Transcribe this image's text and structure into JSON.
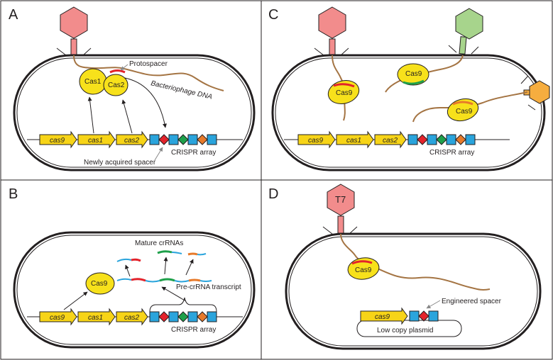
{
  "panels": {
    "a": {
      "letter": "A",
      "protospacer": "Protospacer",
      "cas1": "Cas1",
      "cas2": "Cas2",
      "phage_dna": "Bacteriophage DNA",
      "genes": [
        "cas9",
        "cas1",
        "cas2"
      ],
      "crispr_array": "CRISPR array",
      "new_spacer": "Newly acquired spacer"
    },
    "b": {
      "letter": "B",
      "mature": "Mature crRNAs",
      "cas9": "Cas9",
      "pre_crrna": "Pre-crRNA transcript",
      "genes": [
        "cas9",
        "cas1",
        "cas2"
      ],
      "crispr_array": "CRISPR array"
    },
    "c": {
      "letter": "C",
      "cas9": "Cas9",
      "genes": [
        "cas9",
        "cas1",
        "cas2"
      ],
      "crispr_array": "CRISPR array"
    },
    "d": {
      "letter": "D",
      "phage": "T7",
      "cas9": "Cas9",
      "gene": "cas9",
      "engineered": "Engineered spacer",
      "plasmid": "Low copy plasmid"
    }
  },
  "colors": {
    "cell_outline": "#231f20",
    "protein": "#f7e11b",
    "gene_arrow": "#f7d417",
    "repeat": "#2aa4dc",
    "spacer_red": "#e3232b",
    "spacer_green": "#1ea04a",
    "spacer_orange": "#e77a2a",
    "dna": "#a47443",
    "phage_pink": "#f28c8c",
    "phage_green": "#a7d48c",
    "phage_orange": "#f6ad3f"
  }
}
